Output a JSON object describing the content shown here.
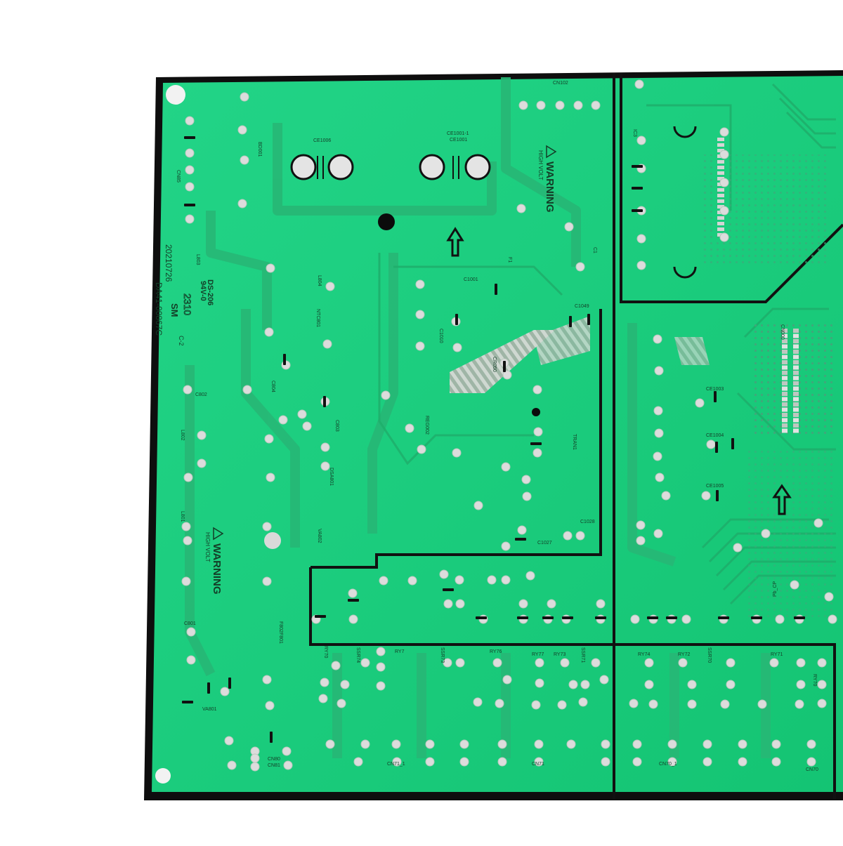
{
  "board": {
    "part_number": "DA41-00867C",
    "date_code": "20210726",
    "maker_mark": "SM",
    "rev": "C-2",
    "rating": "94V-0",
    "ds_code": "DS-206",
    "lot": "2310",
    "warning_title": "WARNING",
    "warning_sub": "HIGH VOLT",
    "colors": {
      "substrate": "#16d07e",
      "mask_shade": "#2bc182",
      "trace": "#20b872",
      "outline": "#111111",
      "pad": "#d9d9d9",
      "silk": "#143d27"
    }
  },
  "labels": {
    "cn102": "CN102",
    "ce1006": "CE1006",
    "ce1001a": "CE1001-1",
    "ce1001": "CE1001",
    "bd001": "BD001",
    "cn85": "CN85",
    "l803": "L803",
    "l804": "L804",
    "ntc801": "NTC801",
    "c802": "C802",
    "c804": "C804",
    "c803": "C803",
    "l802": "L802",
    "dsa801": "DSA801",
    "l801": "L801",
    "va802": "VA802",
    "c801": "C801",
    "va801": "VA801",
    "f802f801": "F802F801",
    "cn80": "CN80",
    "cn81": "CN81",
    "c1001": "C1001",
    "c1010": "C1010",
    "cr050": "CR050",
    "reg002": "REG002",
    "tran1": "TRAN1",
    "c1049": "C1049",
    "c1028": "C1028",
    "c1027": "C1027",
    "c1": "C1",
    "f1": "F1",
    "ic3": "IC3",
    "cn000": "CN000",
    "ce1003": "CE1003",
    "ce1004": "CE1004",
    "ce1005": "CE1005",
    "pb_cp": "Pb_CP",
    "ry70": "RY70",
    "ssr74": "SSR74",
    "ry7": "RY7",
    "ssr73": "SSR73",
    "ry76": "RY76",
    "ry77": "RY77",
    "ry73": "RY73",
    "ssr71": "SSR71",
    "ry74": "RY74",
    "ry72": "RY72",
    "ssr70": "SSR70",
    "ry71": "RY71",
    "ry70b": "RY70",
    "cn71_1": "CN71_1",
    "cn71": "CN71",
    "cn70_1": "CN70_1",
    "cn70": "CN70"
  }
}
